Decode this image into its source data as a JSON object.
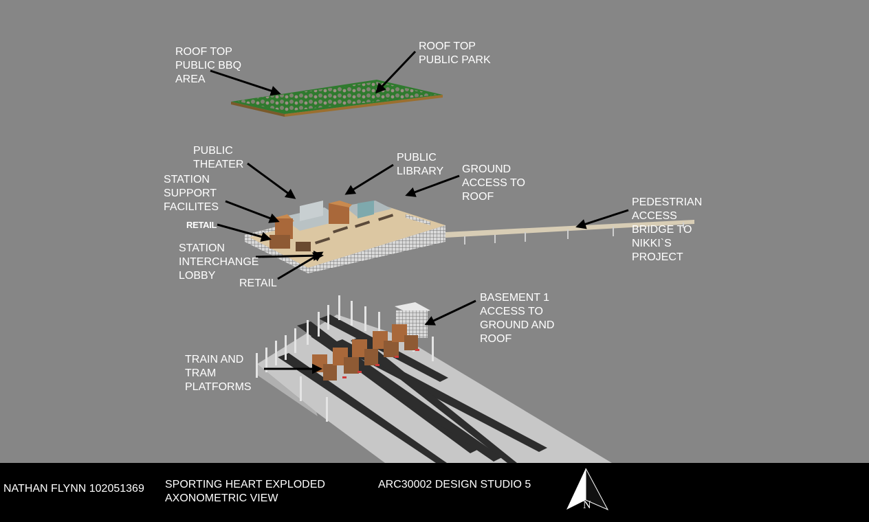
{
  "labels": {
    "roof_bbq": "ROOF TOP\nPUBLIC BBQ\nAREA",
    "roof_park": "ROOF TOP\nPUBLIC PARK",
    "public_theater": "PUBLIC\nTHEATER",
    "public_library": "PUBLIC\nLIBRARY",
    "ground_access": "GROUND\nACCESS TO\nROOF",
    "station_support": "STATION\nSUPPORT\nFACILITES",
    "retail_upper": "RETAIL",
    "station_interchange": "STATION\nINTERCHANGE\nLOBBY",
    "retail_lower": "RETAIL",
    "pedestrian_bridge": "PEDESTRIAN\nACCESS\nBRIDGE TO\nNIKKI`S\nPROJECT",
    "basement_access": "BASEMENT 1\nACCESS TO\nGROUND AND\nROOF",
    "platforms": "TRAIN AND\nTRAM\nPLATFORMS"
  },
  "footer": {
    "author": "NATHAN FLYNN 102051369",
    "drawing_title": "SPORTING HEART  EXPLODED\nAXONOMETRIC VIEW",
    "course": "ARC30002 DESIGN STUDIO 5",
    "north_letter": "N"
  },
  "colors": {
    "background": "#868686",
    "footer": "#000000",
    "text": "#ffffff",
    "arrow": "#000000",
    "roof_green": "#2f7a2e",
    "floor_beige": "#dcc7a2",
    "timber": "#a9683a"
  }
}
